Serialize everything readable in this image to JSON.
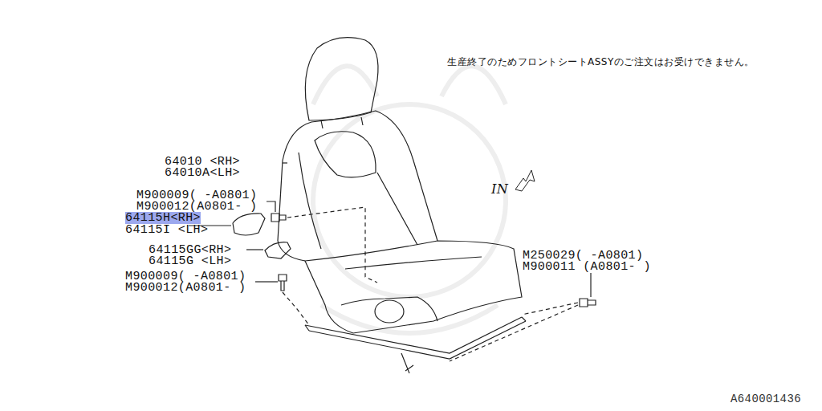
{
  "diagram": {
    "labels": [
      "生産終了のためフロントシートASSYのご注文はお受けできません。",
      "64010 <RH>",
      "64010A<LH>",
      "M900009( -A0801)",
      "M900012(A0801- )",
      "64115H<RH>",
      "64115I <LH>",
      "64115GG<RH>",
      "64115G <LH>",
      "M900009( -A0801)",
      "M900012(A0801- )",
      "M250029( -A0801)",
      "M900011 (A0801- )",
      "IN",
      "A640001436"
    ]
  }
}
